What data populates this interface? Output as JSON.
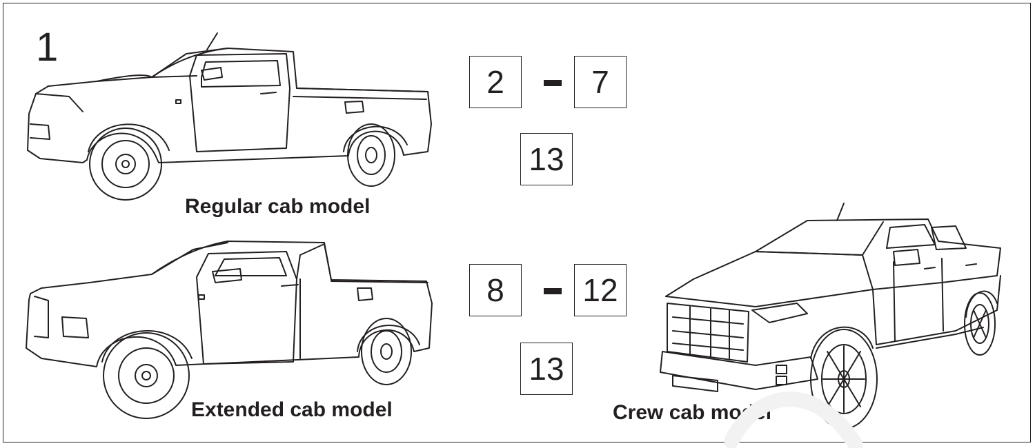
{
  "figure_number": "1",
  "models": [
    {
      "caption": "Regular cab model",
      "range_start": "2",
      "range_end": "7",
      "common": "13"
    },
    {
      "caption": "Extended cab model",
      "range_start": "8",
      "range_end": "12",
      "common": "13"
    },
    {
      "caption": "Crew cab model"
    }
  ],
  "colors": {
    "line": "#231f20",
    "background": "#ffffff"
  }
}
